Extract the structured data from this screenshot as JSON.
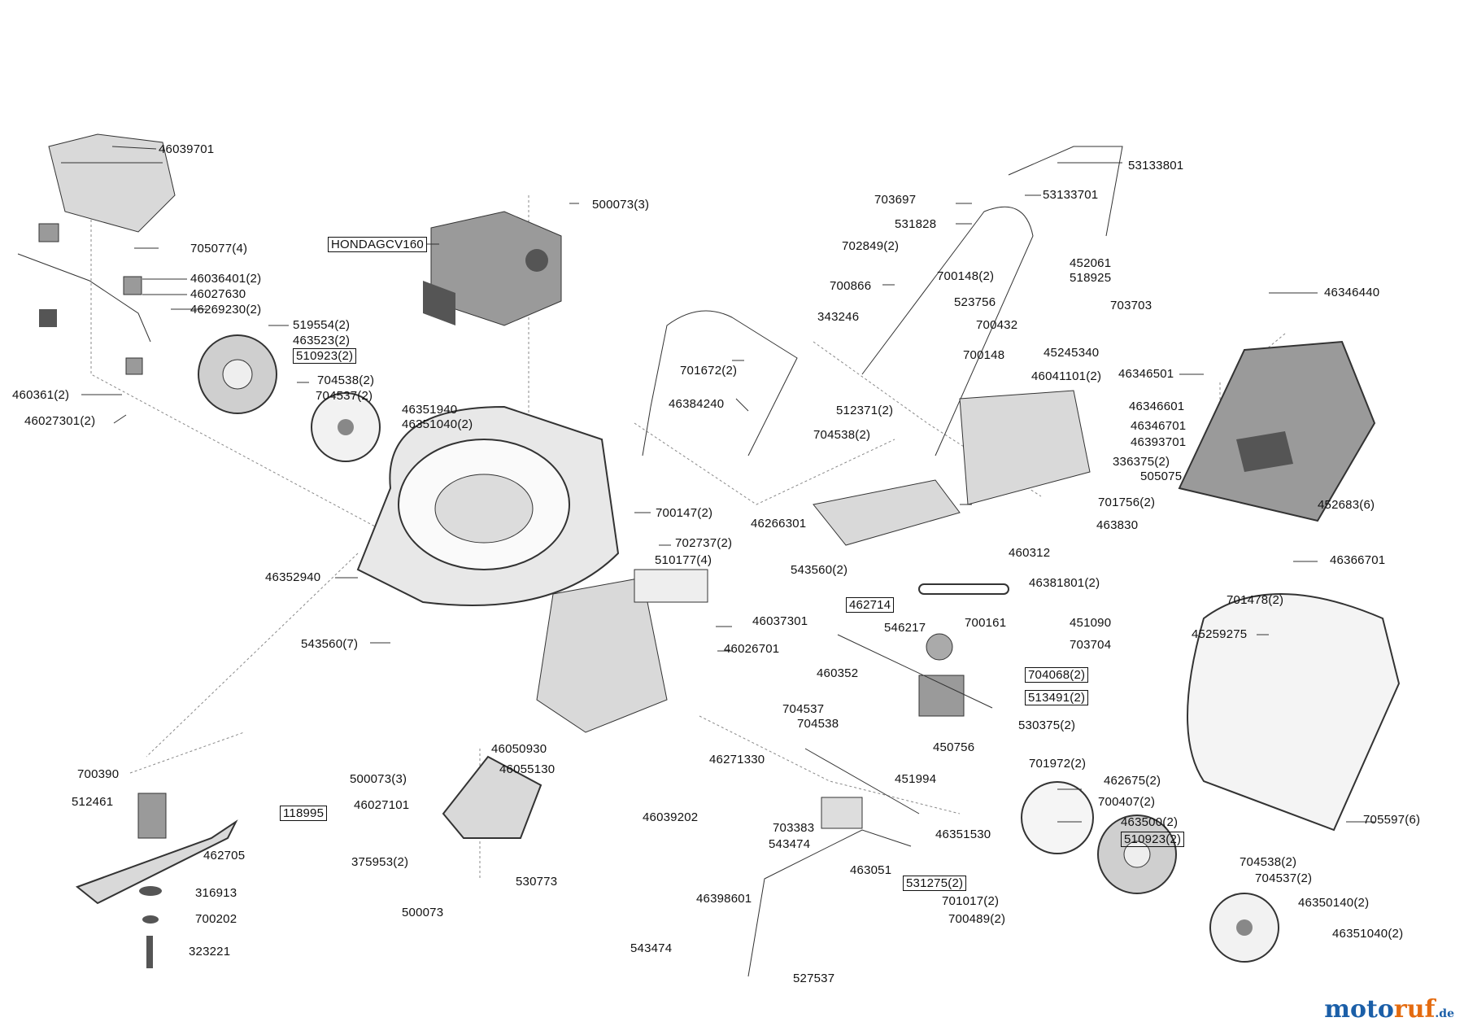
{
  "diagram": {
    "labels": [
      "46039701",
      "705077(4)",
      "46036401(2)",
      "46027630",
      "46269230(2)",
      "519554(2)",
      "463523(2)",
      "510923(2)",
      "460361(2)",
      "46027301(2)",
      "704538(2)",
      "704537(2)",
      "46351940",
      "46351040(2)",
      "500073(3)",
      "HONDAGCV160",
      "46384240",
      "701672(2)",
      "512371(2)",
      "704538(2)",
      "700147(2)",
      "702737(2)",
      "510177(4)",
      "543560(2)",
      "46352940",
      "543560(7)",
      "46037301",
      "46026701",
      "700390",
      "512461",
      "118995",
      "462705",
      "316913",
      "700202",
      "323221",
      "500073(3)",
      "46027101",
      "46050930",
      "46055130",
      "375953(2)",
      "530773",
      "500073",
      "703697",
      "531828",
      "702849(2)",
      "53133801",
      "53133701",
      "452061",
      "518925",
      "700148(2)",
      "700866",
      "703703",
      "523756",
      "343246",
      "700432",
      "700148",
      "45245340",
      "46041101(2)",
      "46346701",
      "46266301",
      "463830",
      "460312",
      "46381801(2)",
      "462714",
      "546217",
      "700161",
      "451090",
      "703704",
      "460352",
      "704068(2)",
      "513491(2)",
      "704537",
      "704538",
      "530375(2)",
      "450756",
      "451994",
      "46271330",
      "46039202",
      "703383",
      "543474",
      "46351530",
      "463051",
      "531275(2)",
      "701017(2)",
      "700489(2)",
      "46398601",
      "543474",
      "527537",
      "701972(2)",
      "462675(2)",
      "700407(2)",
      "463500(2)",
      "510923(2)",
      "704538(2)",
      "704537(2)",
      "46350140(2)",
      "46351040(2)",
      "46346440",
      "46346501",
      "46346601",
      "46393701",
      "336375(2)",
      "505075",
      "701756(2)",
      "452683(6)",
      "46366701",
      "701478(2)",
      "45259275",
      "705597(6)"
    ]
  },
  "watermark": {
    "text_a": "moto",
    "text_b": "ruf",
    "text_c": ".de"
  }
}
